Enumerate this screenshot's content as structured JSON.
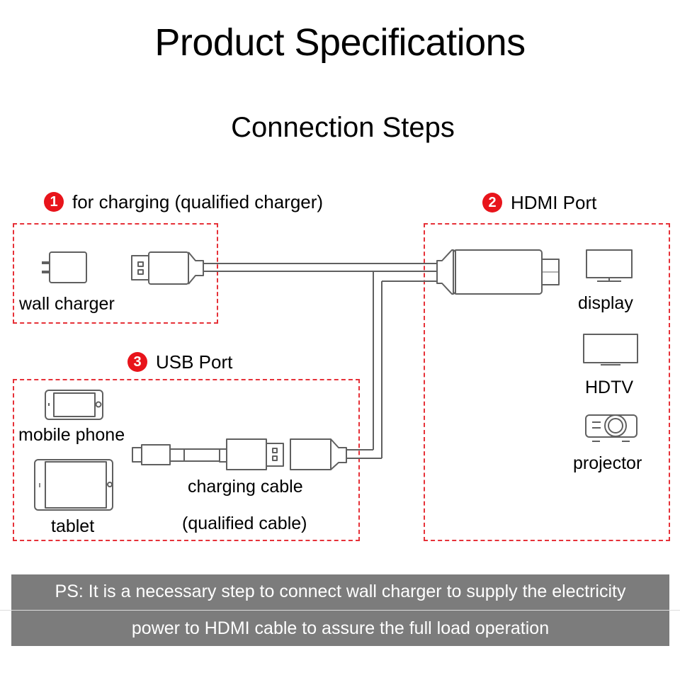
{
  "header": {
    "title": "Product Specifications",
    "subtitle": "Connection Steps"
  },
  "steps": [
    {
      "number": "1",
      "label": "for charging (qualified charger)"
    },
    {
      "number": "2",
      "label": "HDMI Port"
    },
    {
      "number": "3",
      "label": "USB Port"
    }
  ],
  "devices": {
    "wall_charger": "wall charger",
    "display": "display",
    "hdtv": "HDTV",
    "projector": "projector",
    "mobile_phone": "mobile phone",
    "tablet": "tablet",
    "charging_cable": "charging cable",
    "qualified_cable": "(qualified cable)"
  },
  "icons": {
    "wall_charger": "wall-charger-icon",
    "usb_plug": "usb-a-plug-icon",
    "hdmi_plug": "hdmi-plug-icon",
    "display": "monitor-icon",
    "hdtv": "tv-icon",
    "projector": "projector-icon",
    "mobile_phone": "phone-icon",
    "tablet": "tablet-icon",
    "lightning_plug": "lightning-plug-icon",
    "usb_female": "usb-a-female-icon"
  },
  "note": {
    "line1": "PS: It is a necessary step to connect wall charger to supply the electricity",
    "line2": "power to HDMI cable to assure the full load operation"
  },
  "colors": {
    "badge": "#e8141b",
    "dashed_border": "#e63138",
    "line_art": "#606060",
    "banner": "#7c7c7c"
  }
}
